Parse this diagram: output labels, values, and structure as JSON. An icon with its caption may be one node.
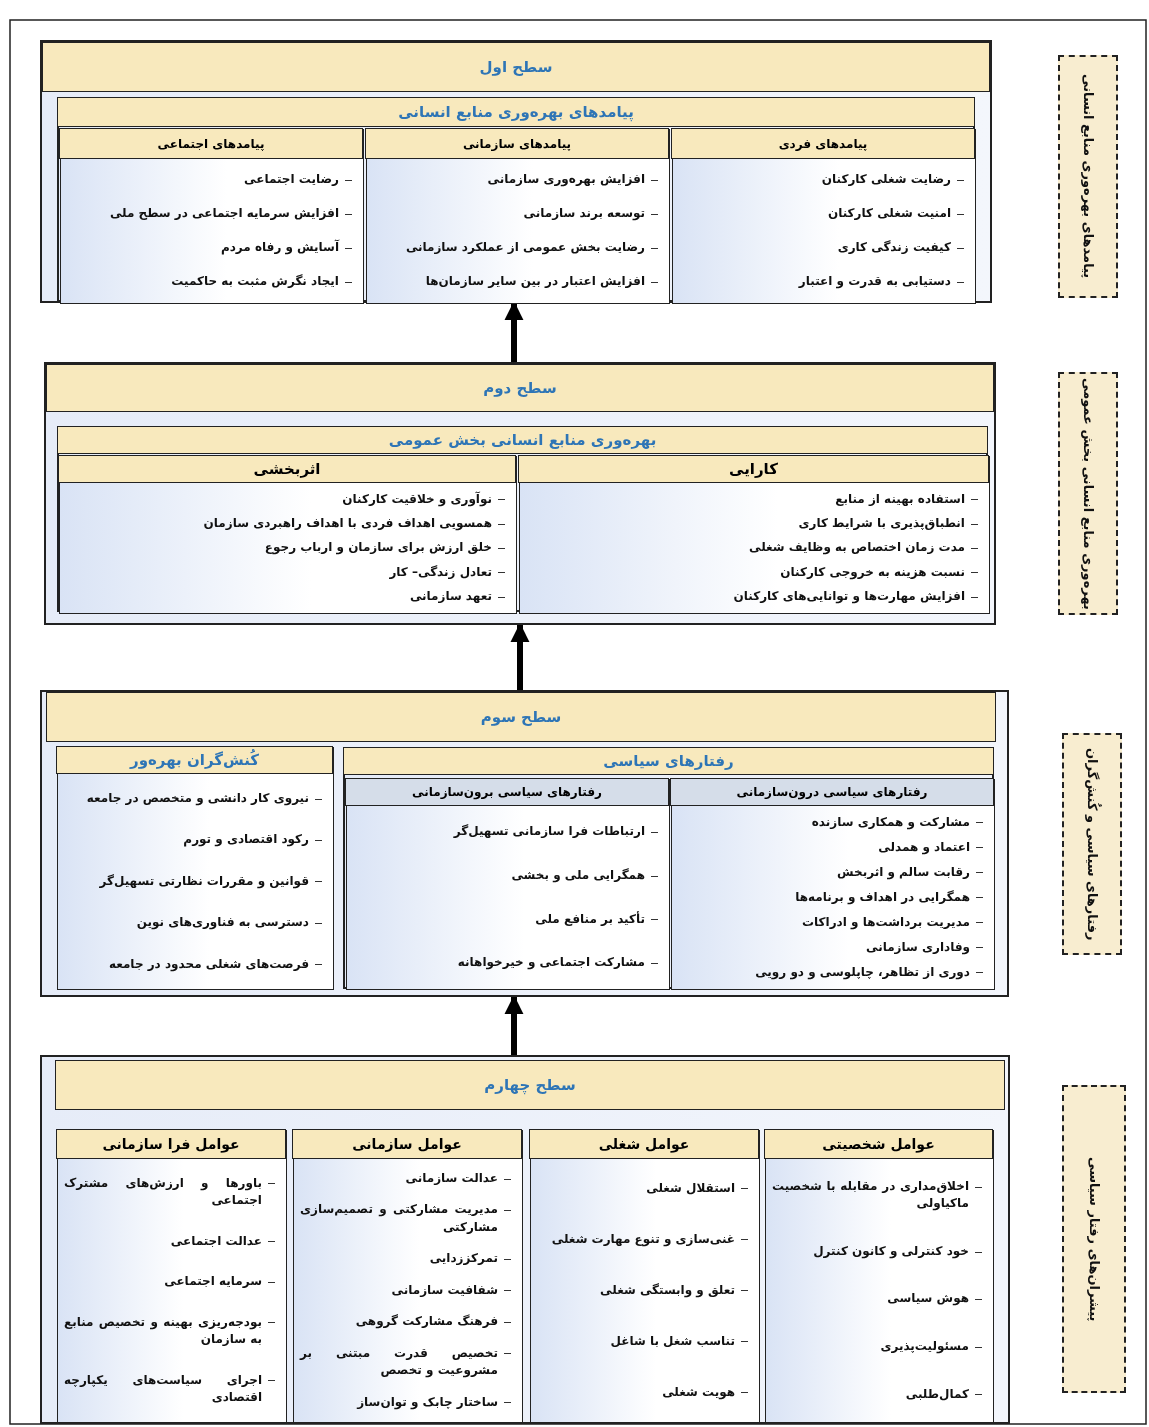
{
  "diagram": {
    "nodes": [
      {
        "text": [
          "سطح اول"
        ]
      },
      {
        "text": [
          "پیامدهای بهره‌وری منابع انسانی"
        ],
        "in": 0
      },
      {
        "text": [
          "پیامدهای فردی",
          "رضایت شغلی کارکنان",
          "امنیت شغلی کارکنان",
          "کیفیت زندگی کاری",
          "دستیابی به قدرت و اعتبار"
        ],
        "in": 1
      },
      {
        "text": [
          "پیامدهای سازمانی",
          "افزایش بهره‌وری سازمانی",
          "توسعه برند سازمانی",
          "رضایت بخش عمومی از عملکرد سازمانی",
          "افزایش اعتبار در بین سایر سازمان‌ها"
        ],
        "in": 1
      },
      {
        "text": [
          "پیامدهای اجتماعی",
          "رضایت اجتماعی",
          "افزایش سرمایه اجتماعی در سطح ملی",
          "آسایش و رفاه مردم",
          "ایجاد نگرش مثبت به حاکمیت"
        ],
        "in": 1
      },
      {
        "text": [
          "سطح دوم"
        ]
      },
      {
        "text": [
          "بهره‌وری منابع انسانی بخش عمومی"
        ],
        "in": 5
      },
      {
        "text": [
          "کارایی",
          "استفاده بهینه از منابع",
          "انطباق‌پذیری با شرایط کاری",
          "مدت زمان اختصاص به وظایف شغلی",
          "نسبت هزینه به خروجی کارکنان",
          "افزایش مهارت‌ها و توانایی‌های کارکنان"
        ],
        "in": 6
      },
      {
        "text": [
          "اثربخشی",
          "نوآوری و خلاقیت کارکنان",
          "همسویی اهداف فردی با اهداف راهبردی سازمان",
          "خلق ارزش برای سازمان و ارباب رجوع",
          "تعادل زندگی– کار",
          "تعهد سازمانی"
        ],
        "in": 6
      },
      {
        "text": [
          "سطح سوم"
        ]
      },
      {
        "text": [
          "رفتارهای سیاسی"
        ],
        "in": 9
      },
      {
        "text": [
          "رفتارهای سیاسی درون‌سازمانی",
          "مشارکت و همکاری سازنده",
          "اعتماد و همدلی",
          "رقابت سالم و اثربخش",
          "همگرایی در اهداف و برنامه‌ها",
          "مدیریت برداشت‌ها و ادراکات",
          "وفاداری سازمانی",
          "دوری از تظاهر، چاپلوسی و دو رویی"
        ],
        "in": 10
      },
      {
        "text": [
          "رفتارهای سیاسی برون‌سازمانی",
          "ارتباطات فرا سازمانی تسهیل‌گر",
          "همگرایی ملی و بخشی",
          "تأکید بر منافع ملی",
          "مشارکت اجتماعی و خیرخواهانه"
        ],
        "in": 10
      },
      {
        "text": [
          "کُنش‌گران بهره‌ور",
          "نیروی کار دانشی و متخصص در جامعه",
          "رکود اقتصادی و تورم",
          "قوانین و مقررات نظارتی تسهیل‌گر",
          "دسترسی به فناوری‌های نوین",
          "فرصت‌های شغلی محدود در جامعه"
        ],
        "in": 9
      },
      {
        "text": [
          "سطح چهارم"
        ]
      },
      {
        "text": [
          "عوامل شخصیتی",
          "اخلاق‌مداری در مقابله با شخصیت ماکیاولی",
          "خود کنترلی و کانون کنترل",
          "هوش سیاسی",
          "مسئولیت‌پذیری",
          "کمال‌طلبی"
        ],
        "in": 14
      },
      {
        "text": [
          "عوامل شغلی",
          "استقلال شغلی",
          "غنی‌سازی و تنوع مهارت شغلی",
          "تعلق و وابستگی شغلی",
          "تناسب شغل با شاغل",
          "هویت شغلی"
        ],
        "in": 14
      },
      {
        "text": [
          "عوامل سازمانی",
          "عدالت سازمانی",
          "مدیریت مشارکتی و تصمیم‌سازی مشارکتی",
          "تمرکززدایی",
          "شفافیت سازمانی",
          "فرهنگ مشارکت گروهی",
          "تخصیص قدرت مبتنی بر مشروعیت و تخصص",
          "ساختار چابک و توان‌ساز"
        ],
        "in": 14
      },
      {
        "text": [
          "عوامل فرا سازمانی",
          "باورها و ارزش‌های مشترک اجتماعی",
          "عدالت اجتماعی",
          "سرمایه اجتماعی",
          "بودجه‌ریزی بهینه و تخصیص منابع به سازمان",
          "اجرای سیاست‌های یکپارچه اقتصادی"
        ],
        "in": 14
      },
      {
        "text": [
          "پیامدهای بهره‌وری منابع انسانی"
        ]
      },
      {
        "text": [
          "بهره‌وری منابع انسانی بخش عمومی"
        ]
      },
      {
        "text": [
          "رفتارهای سیاسی و کُنش‌گران"
        ]
      },
      {
        "text": [
          "پیشران‌های رفتار سیاسی"
        ]
      }
    ],
    "edges": [
      {
        "from": 14,
        "to": 9,
        "arrow": "to"
      },
      {
        "from": 9,
        "to": 5,
        "arrow": "to"
      },
      {
        "from": 5,
        "to": 0,
        "arrow": "to"
      }
    ]
  }
}
